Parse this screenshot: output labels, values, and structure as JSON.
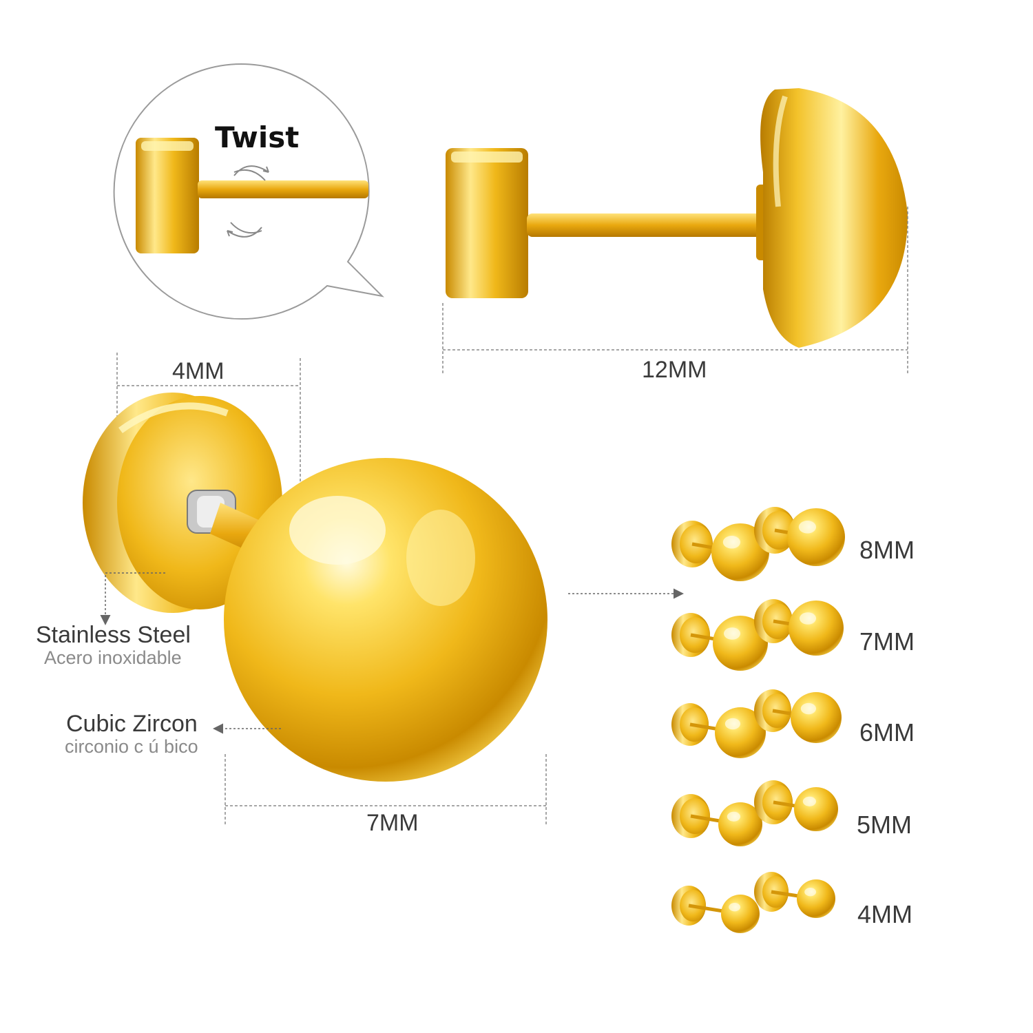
{
  "callout": {
    "twist_label": "Twist"
  },
  "dimensions": {
    "total_length": "12MM",
    "back_width": "4MM",
    "ball_diameter": "7MM"
  },
  "materials": {
    "backing": {
      "name": "Stainless Steel",
      "translation": "Acero inoxidable"
    },
    "ball": {
      "name": "Cubic Zircon",
      "translation": "circonio c ú bico"
    }
  },
  "sizes": [
    {
      "label": "8MM"
    },
    {
      "label": "7MM"
    },
    {
      "label": "6MM"
    },
    {
      "label": "5MM"
    },
    {
      "label": "4MM"
    }
  ],
  "colors": {
    "gold_light": "#fff3a8",
    "gold_mid": "#f2c01e",
    "gold_dark": "#b87c00",
    "guide_line": "#888888"
  }
}
